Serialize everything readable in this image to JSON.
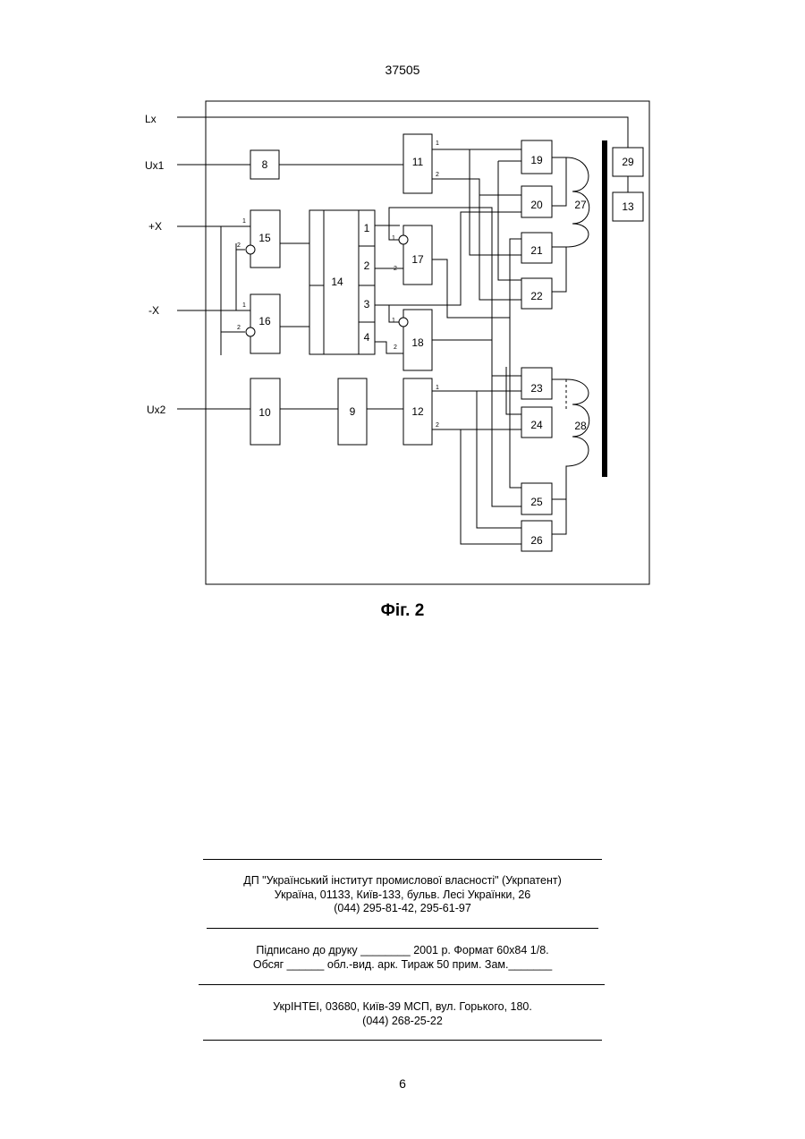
{
  "header": {
    "doc_number": "37505"
  },
  "figure": {
    "signals": {
      "lx": "Lx",
      "ux1": "Ux1",
      "plus_x": "+X",
      "minus_x": "-X",
      "ux2": "Ux2"
    },
    "blocks": {
      "b8": "8",
      "b9": "9",
      "b10": "10",
      "b11": "11",
      "b12": "12",
      "b13": "13",
      "b14": "14",
      "b15": "15",
      "b16": "16",
      "b17": "17",
      "b18": "18",
      "b19": "19",
      "b20": "20",
      "b21": "21",
      "b22": "22",
      "b23": "23",
      "b24": "24",
      "b25": "25",
      "b26": "26",
      "b27": "27",
      "b28": "28",
      "b29": "29"
    },
    "b14_outputs": [
      "1",
      "2",
      "3",
      "4"
    ],
    "pins": {
      "p1": "1",
      "p2": "2"
    },
    "caption": "Фіг. 2"
  },
  "imprint": {
    "org_line": "ДП \"Український інститут промислової власності\" (Укрпатент)",
    "address_line": "Україна, 01133, Київ-133, бульв. Лесі Українки, 26",
    "phone_line": "(044) 295-81-42, 295-61-97",
    "print_line": "Підписано до друку ________ 2001 р.    Формат 60х84 1/8.",
    "volume_line": "Обсяг ______ обл.-вид. арк.   Тираж 50 прим.    Зам._______",
    "printer_line": "УкрІНТЕІ, 03680, Київ-39 МСП, вул. Горького, 180.",
    "printer_phone_line": "(044) 268-25-22"
  },
  "footer": {
    "page_number": "6"
  }
}
